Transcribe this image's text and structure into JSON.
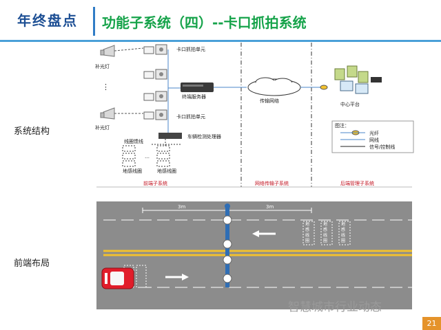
{
  "header": {
    "brand": "年终盘点",
    "title": "功能子系统（四）--卡口抓拍系统"
  },
  "labels": {
    "structure": "系统结构",
    "layout": "前端布局"
  },
  "diagram": {
    "fill_light": "补光灯",
    "dots": "⋮",
    "capture_unit_top": "卡口抓拍单元",
    "capture_unit_bottom": "卡口抓拍单元",
    "terminal_server": "终端服务器",
    "transmission_network": "传输网络",
    "center_platform": "中心平台",
    "vehicle_detection_processor": "车辆检测处理器",
    "coil_feeder": "线圈馈线",
    "ground_coil_left": "地感线圈",
    "ground_coil_right": "地感线圈",
    "coil_dots": "…",
    "section_front": "前端子系统",
    "section_network": "网络传输子系统",
    "section_backend": "后端管理子系统",
    "legend": {
      "title": "图注：",
      "items": [
        "光纤",
        "网线",
        "信号/控制线"
      ]
    }
  },
  "road": {
    "dist_left": "3m",
    "dist_right": "3m",
    "coil_label": "地感线圈"
  },
  "watermark": "智慧城市行业动态",
  "page_number": "21",
  "colors": {
    "brand": "#1d4f94",
    "title": "#16a34a",
    "stripe": "#4aa0d8",
    "section_label": "#c1121f",
    "page_badge": "#e5932b",
    "road": "#8c8c8c",
    "lane_yellow": "#f2c12e",
    "car": "#e11d2a"
  }
}
